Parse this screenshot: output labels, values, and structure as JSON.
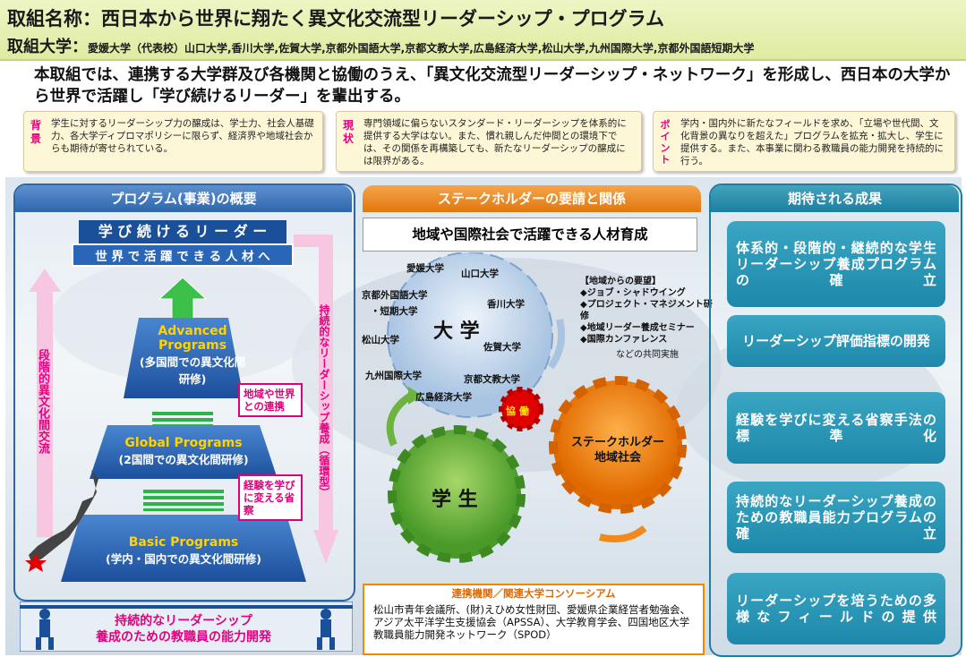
{
  "header": {
    "title_label": "取組名称：",
    "title": "西日本から世界に翔たく異文化交流型リーダーシップ・プログラム",
    "uni_label": "取組大学：",
    "universities": "愛媛大学（代表校）山口大学,香川大学,佐賀大学,京都外国語大学,京都文教大学,広島経済大学,松山大学,九州国際大学,京都外国語短期大学"
  },
  "intro": "本取組では、連携する大学群及び各機関と協働のうえ、「異文化交流型リーダーシップ・ネットワーク」を形成し、西日本の大学から世界で活躍し「学び続けるリーダー」を輩出する。",
  "info_boxes": [
    {
      "tag": "背景",
      "text": "学生に対するリーダーシップ力の醸成は、学士力、社会人基礎力、各大学ディプロマポリシーに限らず、経済界や地域社会からも期待が寄せられている。"
    },
    {
      "tag": "現状",
      "text": "専門領域に偏らないスタンダード・リーダーシップを体系的に提供する大学はない。また、慣れ親しんだ仲間との環境下では、その関係を再構築しても、新たなリーダーシップの醸成には限界がある。"
    },
    {
      "tag": "ポイント",
      "text": "学内・国内外に新たなフィールドを求め、「立場や世代間、文化背景の異なりを超えた」プログラムを拡充・拡大し、学生に提供する。また、本事業に関わる教職員の能力開発を持続的に行う。"
    }
  ],
  "left": {
    "heading": "プログラム(事業)の概要",
    "top_title": "学 び 続 け る リ ー ダ ー",
    "top_sub": "世 界 で 活 躍 で き る 人 材 へ",
    "advanced_en": "Advanced Programs",
    "advanced_jp": "(多国間での異文化間研修)",
    "global_en": "Global Programs",
    "global_jp": "(2国間での異文化間研修)",
    "basic_en": "Basic Programs",
    "basic_jp": "(学内・国内での異文化間研修)",
    "left_arrow": "段階的異文化間交流",
    "right_arrow": "持続的なリーダーシップ養成（循環型）",
    "callout1": "地域や世界との連携",
    "callout2": "経験を学びに変える省察",
    "bottom1": "持続的なリーダーシップ",
    "bottom2": "養成のための教職員の能力開発"
  },
  "middle": {
    "heading": "ステークホルダーの要請と関係",
    "top_box": "地域や国際社会で活躍できる人材育成",
    "gear_univ": "大 学",
    "gear_students": "学 生",
    "gear_stake1": "ステークホルダー",
    "gear_stake2": "地域社会",
    "gear_collab": "協 働",
    "universities": [
      "愛媛大学",
      "山口大学",
      "京都外国語大学",
      "・短期大学",
      "香川大学",
      "松山大学",
      "佐賀大学",
      "九州国際大学",
      "京都文教大学",
      "広島経済大学"
    ],
    "requests_title": "【地域からの要望】",
    "requests": [
      "◆ジョブ・シャドウイング",
      "◆プロジェクト・マネジメント研修",
      "◆地域リーダー養成セミナー",
      "◆国際カンファレンス"
    ],
    "requests_note": "などの共同実施",
    "consortium_title": "連携機関／関連大学コンソーシアム",
    "consortium_text": "松山市青年会議所、(財)えひめ女性財団、愛媛県企業経営者勉強会、アジア太平洋学生支援協会（APSSA）、大学教育学会、四国地区大学教職員能力開発ネットワーク（SPOD）"
  },
  "right": {
    "heading": "期待される成果",
    "results": [
      "体系的・段階的・継続的な学生リーダーシップ養成プログラムの確立",
      "リーダーシップ評価指標の開発",
      "経験を学びに変える省察手法の標準化",
      "持続的なリーダーシップ養成のための教職員能力プログラムの確立",
      "リーダーシップを培うための多様なフィールドの提供"
    ]
  },
  "colors": {
    "accent_pink": "#e4007f",
    "blue": "#1a4f9a",
    "green_gear": "#6db33f",
    "orange_gear": "#f18a1c",
    "red_gear": "#e00000",
    "teal": "#1d88aa"
  }
}
